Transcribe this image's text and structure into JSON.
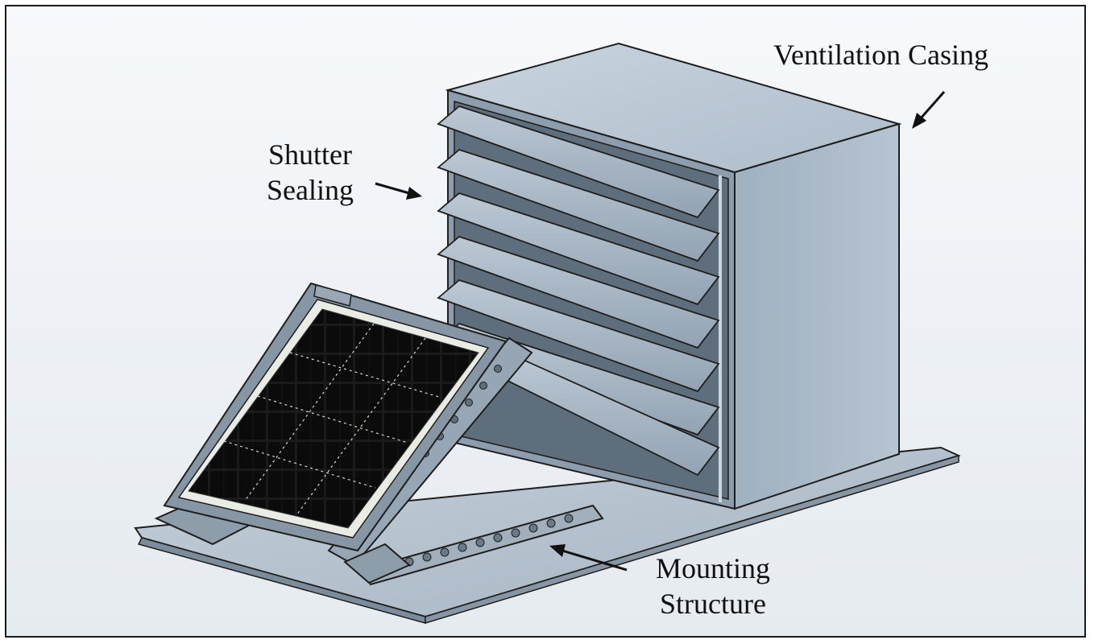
{
  "labels": {
    "ventilation_casing": "Ventilation Casing",
    "shutter_line1": "Shutter",
    "shutter_line2": "Sealing",
    "mounting_line1": "Mounting",
    "mounting_line2": "Structure"
  },
  "colors": {
    "casing_top": "#b9c6d3",
    "casing_front": "#9aa9b8",
    "casing_side": "#a7b5c3",
    "louver": "#a9b7c5",
    "louver_shadow": "#6f7f8f",
    "base_plate": "#b3c0cd",
    "solar_cell": "#0d0d0d",
    "solar_frame": "#e9ece5",
    "mount_bracket": "#8e9daa"
  }
}
